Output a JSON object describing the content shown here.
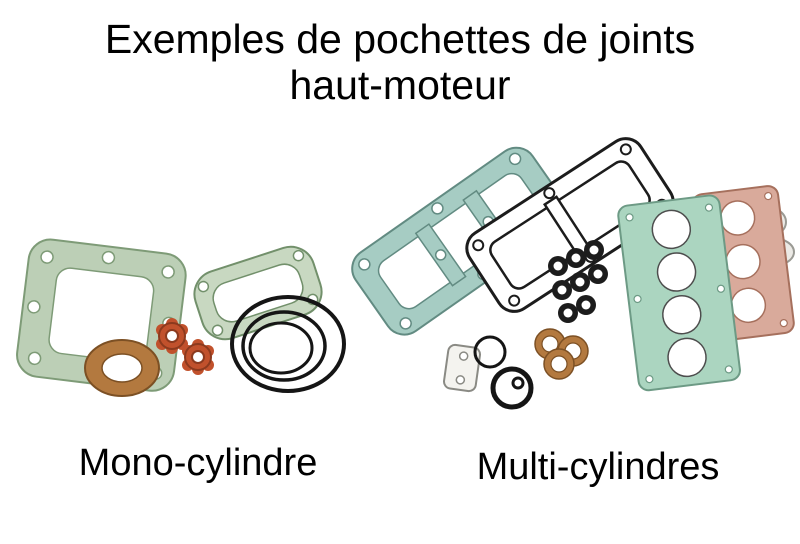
{
  "page": {
    "title_line1": "Exemples de pochettes de joints",
    "title_line2": "haut-moteur"
  },
  "figures": {
    "left": {
      "caption": "Mono-cylindre"
    },
    "right": {
      "caption": "Multi-cylindres"
    }
  },
  "colors": {
    "background": "#ffffff",
    "text": "#000000",
    "gasket_green": "#bccfb6",
    "gasket_green_outline": "#7e9b77",
    "gasket_teal": "#a6ccc3",
    "gasket_teal_outline": "#628b82",
    "gasket_mint": "#abd5c0",
    "gasket_mint_outline": "#6d9a85",
    "gasket_salmon": "#d9aa9b",
    "gasket_salmon_outline": "#a6705d",
    "copper": "#b3793f",
    "copper_outline": "#7c5024",
    "orange_gasket": "#c1512c",
    "orange_gasket_outline": "#8c3a1e",
    "seal_black": "#1c1c1c",
    "gray_gasket": "#eceae6"
  }
}
